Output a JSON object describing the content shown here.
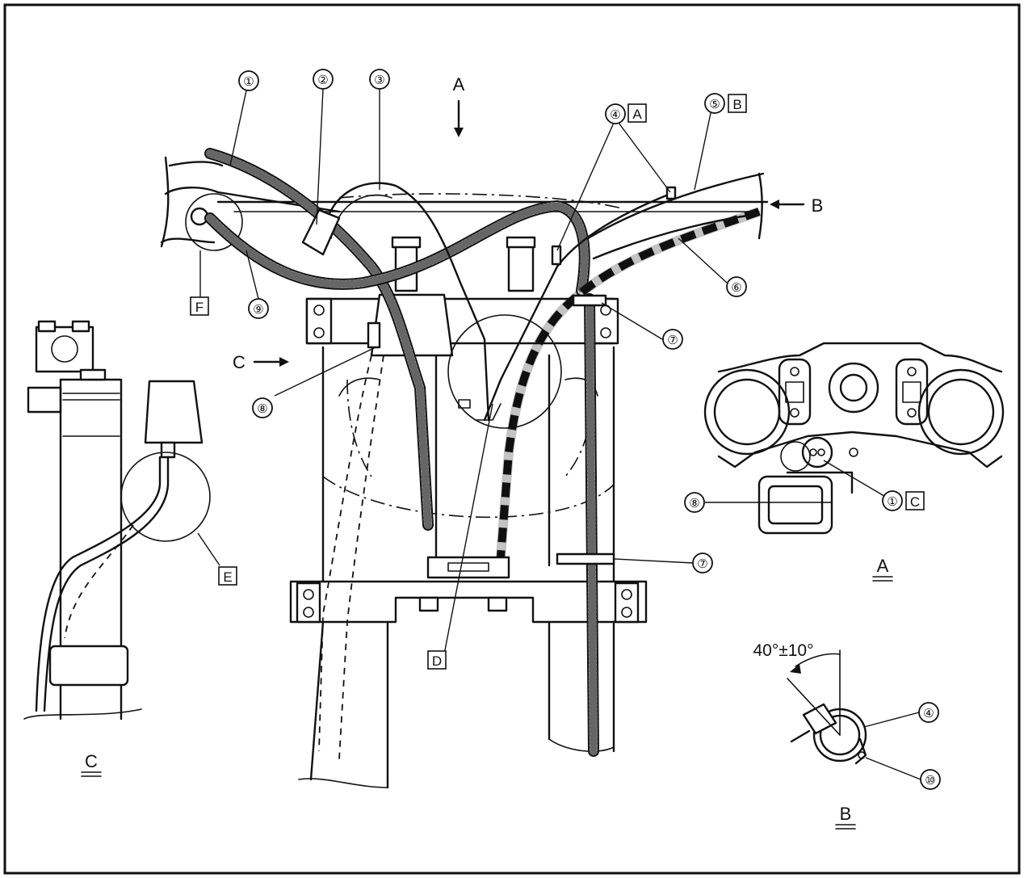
{
  "callouts": {
    "c1": "①",
    "c2": "②",
    "c3": "③",
    "c4": "④",
    "c5": "⑤",
    "c6": "⑥",
    "c7": "⑦",
    "c8": "⑧",
    "c9": "⑨",
    "c10": "⑩"
  },
  "boxed_letters": {
    "a": "A",
    "b": "B",
    "c": "C",
    "d": "D",
    "e": "E",
    "f": "F"
  },
  "view_arrows": {
    "a": "A",
    "b": "B",
    "c": "C"
  },
  "view_titles": {
    "a": "A",
    "b": "B",
    "c": "C"
  },
  "angle_spec": "40°±10°"
}
